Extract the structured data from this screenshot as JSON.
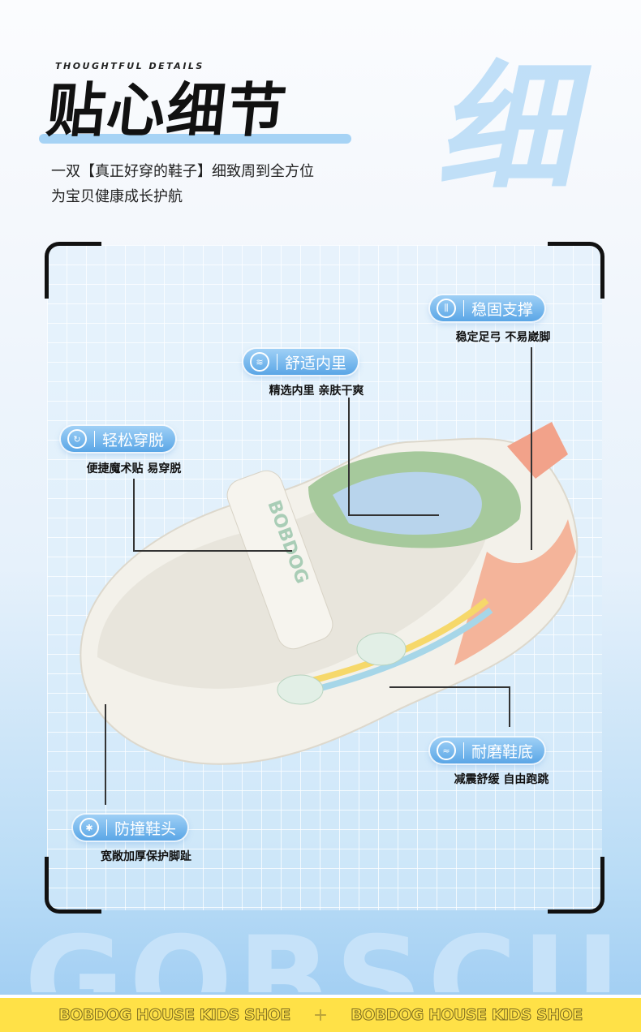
{
  "header": {
    "eyebrow": "THOUGHTFUL DETAILS",
    "title": "贴心细节",
    "watermark_char": "细",
    "subtitle_line1": "一双【真正好穿的鞋子】细致周到全方位",
    "subtitle_line2": "为宝贝健康成长护航"
  },
  "callouts": [
    {
      "label": "稳固支撑",
      "caption": "稳定足弓 不易崴脚",
      "icon": "arch-support-icon"
    },
    {
      "label": "舒适内里",
      "caption": "精选内里 亲肤干爽",
      "icon": "breathable-icon"
    },
    {
      "label": "轻松穿脱",
      "caption": "便捷魔术贴 易穿脱",
      "icon": "easy-on-icon"
    },
    {
      "label": "耐磨鞋底",
      "caption": "减震舒缓 自由跑跳",
      "icon": "sole-icon"
    },
    {
      "label": "防撞鞋头",
      "caption": "宽敞加厚保护脚趾",
      "icon": "toe-cap-icon"
    }
  ],
  "product": {
    "brand_on_strap": "BOBDOG"
  },
  "footer": {
    "watermark": "GOBSCU",
    "strip_left": "BOBDOG HOUSE KIDS SHOE",
    "strip_right": "BOBDOG HOUSE KIDS SHOE"
  },
  "colors": {
    "accent": "#5aa6e6",
    "strip": "#ffe147"
  }
}
